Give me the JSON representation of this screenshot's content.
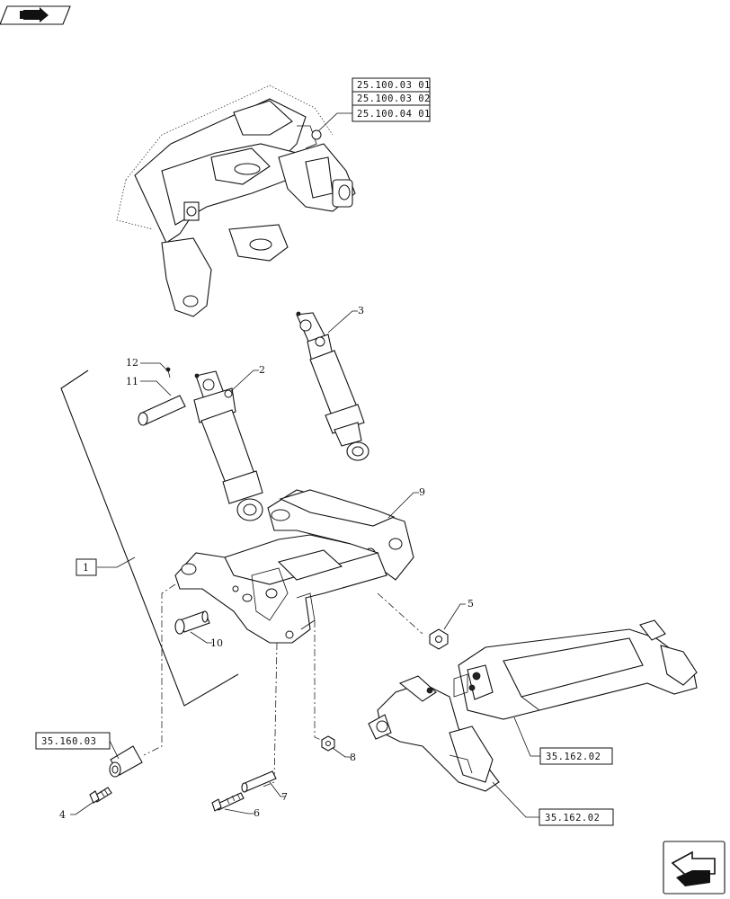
{
  "refs": {
    "top_group": [
      "25.100.03 01",
      "25.100.03 02",
      "25.100.04 01"
    ],
    "bottom_left": "35.160.03",
    "right_upper": "35.162.02",
    "right_lower": "35.162.02"
  },
  "kit_label": "1",
  "callouts": {
    "c2": "2",
    "c3": "3",
    "c4": "4",
    "c5": "5",
    "c6": "6",
    "c7": "7",
    "c8": "8",
    "c9": "9",
    "c10": "10",
    "c11": "11",
    "c12": "12"
  },
  "icons": {
    "top_left": "book-arrow-icon",
    "bottom_right": "next-page-arrow-icon"
  }
}
